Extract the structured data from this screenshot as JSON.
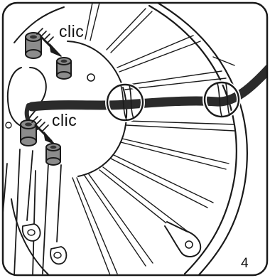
{
  "labels": {
    "click_top": "clic",
    "click_middle": "clic",
    "step_number": "4"
  },
  "colors": {
    "outline": "#1a1a1a",
    "peg_fill": "#8c8c8c",
    "cable": "#2b2b2b",
    "frame": "#1a1a1a"
  },
  "icons": {
    "push_arrow": "hatched-arrow-icon",
    "cable_highlight": "circle-highlight-icon"
  }
}
